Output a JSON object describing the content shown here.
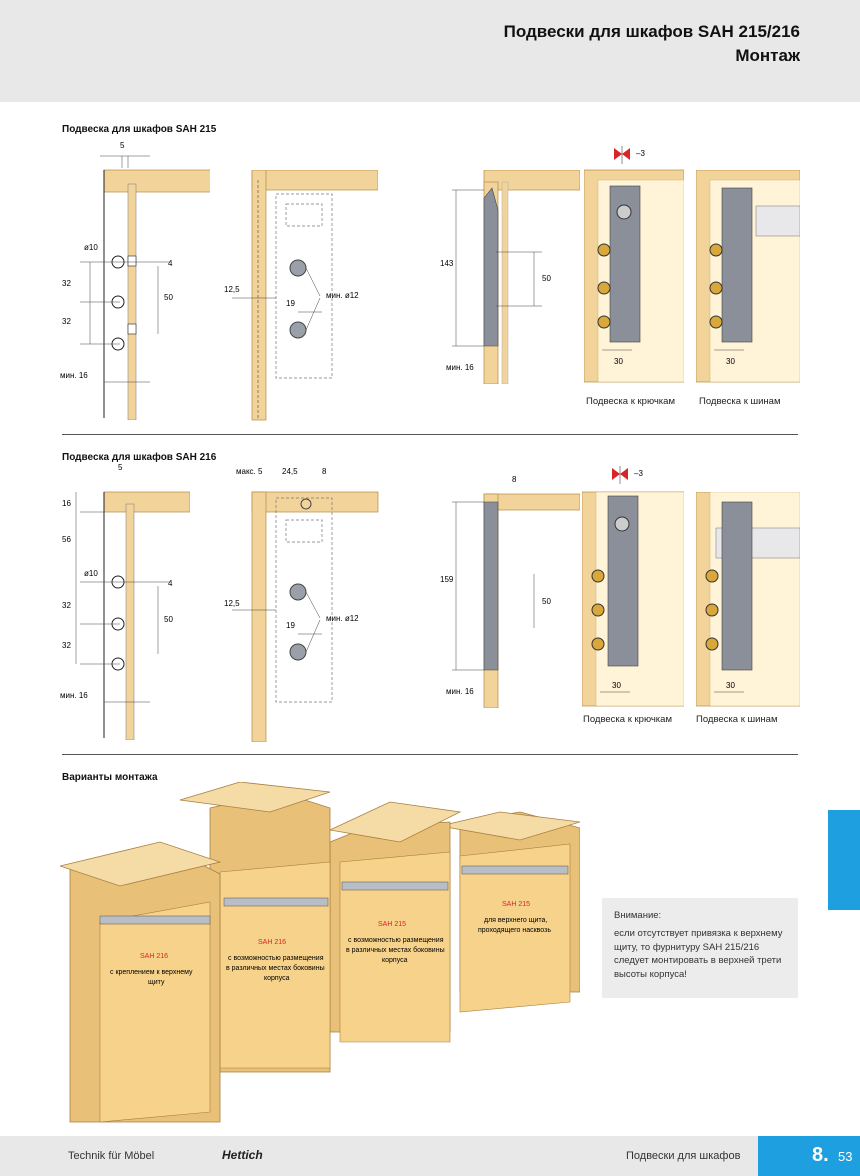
{
  "header": {
    "title_line1": "Подвески для шкафов SAH 215/216",
    "title_line2": "Монтаж"
  },
  "sections": {
    "sah215": "Подвеска для шкафов SAH 215",
    "sah216": "Подвеска для шкафов SAH 216",
    "variants": "Варианты монтажа"
  },
  "dims215": {
    "d5": "5",
    "d10": "ø10",
    "d4": "4",
    "d32a": "32",
    "d32b": "32",
    "d50": "50",
    "min16": "мин. 16",
    "d125": "12,5",
    "d19": "19",
    "min12": "мин. ø12",
    "d143": "143",
    "d50b": "50",
    "min16b": "мин. 16",
    "m3": "–3",
    "d30a": "30",
    "d30b": "30"
  },
  "dims216": {
    "d5": "5",
    "d16": "16",
    "d56": "56",
    "d10": "ø10",
    "d4": "4",
    "d32a": "32",
    "d32b": "32",
    "d50": "50",
    "min16": "мин. 16",
    "max5": "макс. 5",
    "d245": "24,5",
    "d8": "8",
    "d125": "12,5",
    "d19": "19",
    "min12": "мин. ø12",
    "d8b": "8",
    "d159": "159",
    "d50b": "50",
    "min16b": "мин. 16",
    "m3": "–3",
    "d30a": "30",
    "d30b": "30"
  },
  "captions": {
    "hook": "Подвеска к крючкам",
    "rail": "Подвеска к шинам"
  },
  "variants": {
    "l1_name": "SAH 216",
    "l1_text1": "с креплением к верхнему",
    "l1_text2": "щиту",
    "l2_name": "SAH 216",
    "l2_text1": "с возможностью размещения",
    "l2_text2": "в различных местах боковины",
    "l2_text3": "корпуса",
    "l3_name": "SAH 215",
    "l3_text1": "с возможностью размещения",
    "l3_text2": "в различных местах боковины",
    "l3_text3": "корпуса",
    "l4_name": "SAH 215",
    "l4_text1": "для верхнего щита,",
    "l4_text2": "проходящего насквозь"
  },
  "notice": {
    "heading": "Внимание:",
    "body": "если отсутствует привязка к верхнему щиту, то фурнитуру SAH 215/216 следует монтировать в верхней трети высоты корпуса!"
  },
  "footer": {
    "left": "Technik für Möbel",
    "brand": "Hettich",
    "right": "Подвески для шкафов",
    "page_main": "8.",
    "page_sub": "53"
  },
  "colors": {
    "wood": "#f2d49a",
    "wood_edge": "#c9a25c",
    "metal": "#8a8f99",
    "accent_blue": "#1ea0e0",
    "red": "#d9252a"
  }
}
